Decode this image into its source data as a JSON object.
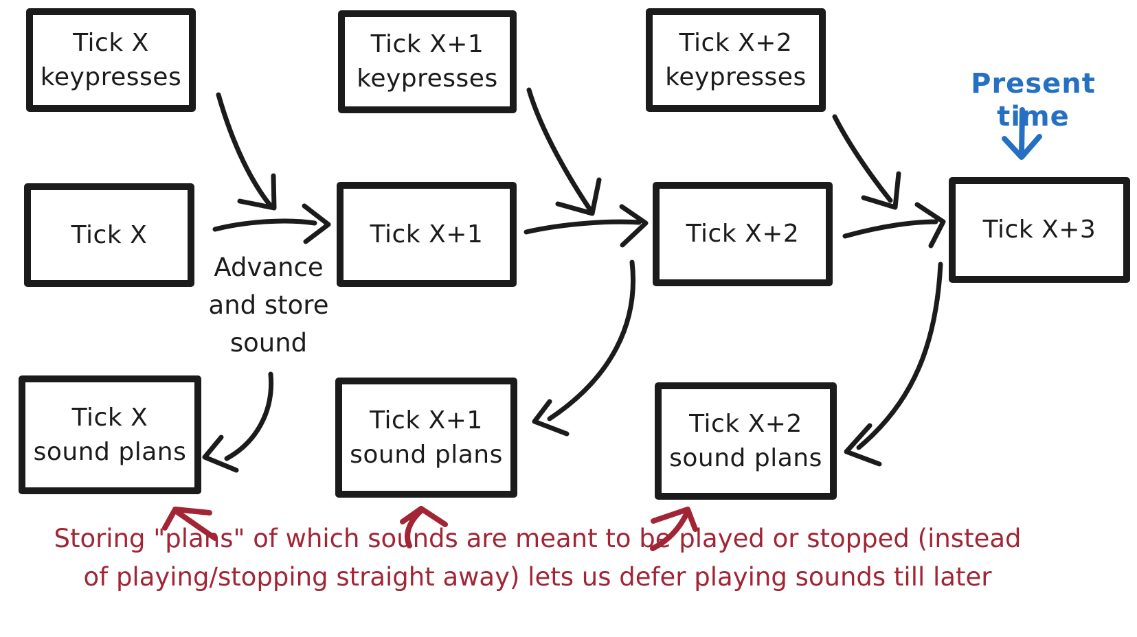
{
  "colors": {
    "ink": "#1b1b1b",
    "accent_blue": "#2570c2",
    "accent_red": "#a22535",
    "background": "#ffffff"
  },
  "boxes": {
    "kp_x": {
      "lines": [
        "Tick X",
        "keypresses"
      ]
    },
    "kp_x1": {
      "lines": [
        "Tick X+1",
        "keypresses"
      ]
    },
    "kp_x2": {
      "lines": [
        "Tick X+2",
        "keypresses"
      ]
    },
    "tick_x": {
      "lines": [
        "Tick X"
      ]
    },
    "tick_x1": {
      "lines": [
        "Tick X+1"
      ]
    },
    "tick_x2": {
      "lines": [
        "Tick X+2"
      ]
    },
    "tick_x3": {
      "lines": [
        "Tick X+3"
      ]
    },
    "sp_x": {
      "lines": [
        "Tick X",
        "sound plans"
      ]
    },
    "sp_x1": {
      "lines": [
        "Tick X+1",
        "sound plans"
      ]
    },
    "sp_x2": {
      "lines": [
        "Tick X+2",
        "sound plans"
      ]
    }
  },
  "annotations": {
    "advance": {
      "lines": [
        "Advance",
        "and store",
        "sound"
      ]
    },
    "present_time": "Present time",
    "caption": {
      "lines": [
        "Storing \"plans\" of which sounds are meant to be played or stopped (instead",
        "of playing/stopping straight away) lets us defer playing sounds till later"
      ]
    }
  }
}
